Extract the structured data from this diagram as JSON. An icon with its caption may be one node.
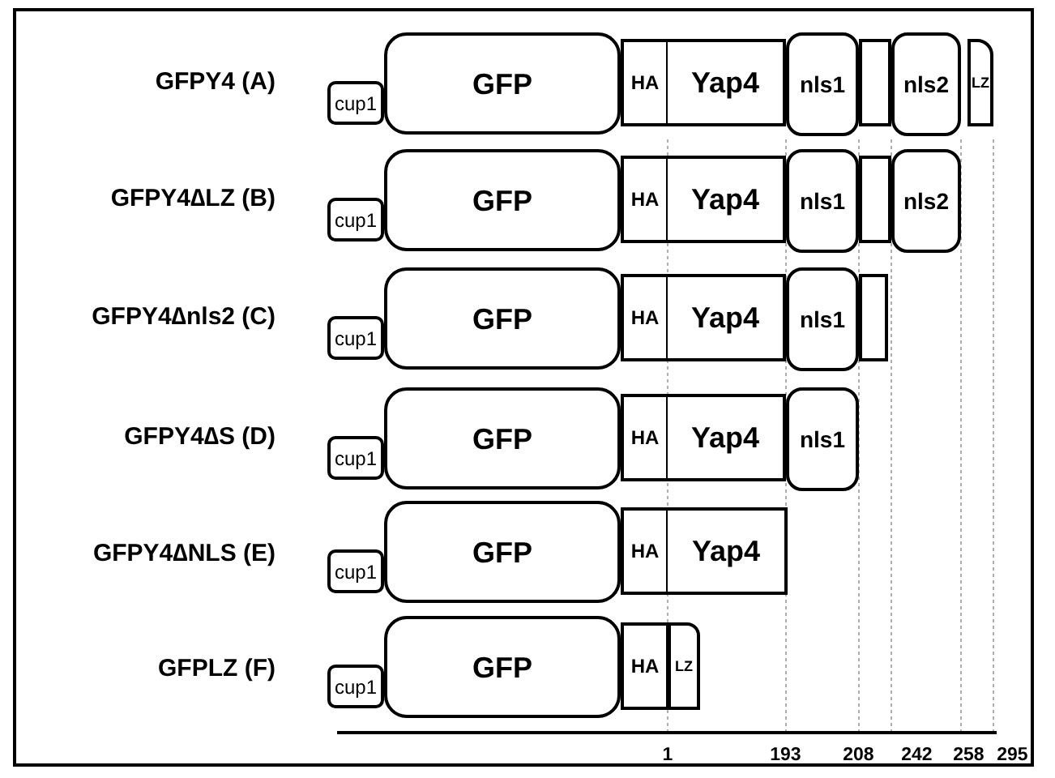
{
  "diagram": {
    "nodes": [
      {
        "text": [
          "cup1"
        ]
      },
      {
        "text": [
          "GFP"
        ]
      },
      {
        "text": [
          "HA"
        ]
      },
      {
        "text": [
          "Yap4"
        ]
      },
      {
        "text": [
          "nls1"
        ]
      },
      {
        "text": [],
        "shape": "box"
      },
      {
        "text": [
          "nls2"
        ]
      },
      {
        "text": [
          "LZ"
        ]
      },
      {
        "text": [
          "cup1"
        ]
      },
      {
        "text": [
          "GFP"
        ]
      },
      {
        "text": [
          "HA"
        ]
      },
      {
        "text": [
          "Yap4"
        ]
      },
      {
        "text": [
          "nls1"
        ]
      },
      {
        "text": [],
        "shape": "box"
      },
      {
        "text": [
          "nls2"
        ]
      },
      {
        "text": [
          "cup1"
        ]
      },
      {
        "text": [
          "GFP"
        ]
      },
      {
        "text": [
          "HA"
        ]
      },
      {
        "text": [
          "Yap4"
        ]
      },
      {
        "text": [
          "nls1"
        ]
      },
      {
        "text": [],
        "shape": "box"
      },
      {
        "text": [
          "cup1"
        ]
      },
      {
        "text": [
          "GFP"
        ]
      },
      {
        "text": [
          "HA"
        ]
      },
      {
        "text": [
          "Yap4"
        ]
      },
      {
        "text": [
          "nls1"
        ]
      },
      {
        "text": [
          "cup1"
        ]
      },
      {
        "text": [
          "GFP"
        ]
      },
      {
        "text": [
          "HA"
        ]
      },
      {
        "text": [
          "Yap4"
        ]
      },
      {
        "text": [
          "cup1"
        ]
      },
      {
        "text": [
          "GFP"
        ]
      },
      {
        "text": [
          "HA"
        ]
      },
      {
        "text": [
          "LZ"
        ]
      }
    ],
    "labels": [
      "GFPY4 (A)",
      "GFPY4∆LZ (B)",
      "GFPY4∆nls2 (C)",
      "GFPY4∆S (D)",
      "GFPY4∆NLS (E)",
      "GFPLZ (F)",
      "1",
      "193",
      "208",
      "242",
      "258",
      "295"
    ]
  }
}
